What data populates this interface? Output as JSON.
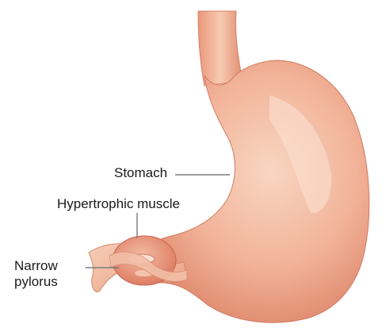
{
  "labels": {
    "stomach": "Stomach",
    "hypertrophic_muscle": "Hypertrophic muscle",
    "narrow_pylorus_line1": "Narrow",
    "narrow_pylorus_line2": "pylorus"
  },
  "colors": {
    "background": "#ffffff",
    "tissue_light": "#f6cdb6",
    "tissue_mid": "#eea283",
    "tissue_dark": "#d97b61",
    "leader_line": "#7a7a7a",
    "text": "#1a1a1a"
  }
}
